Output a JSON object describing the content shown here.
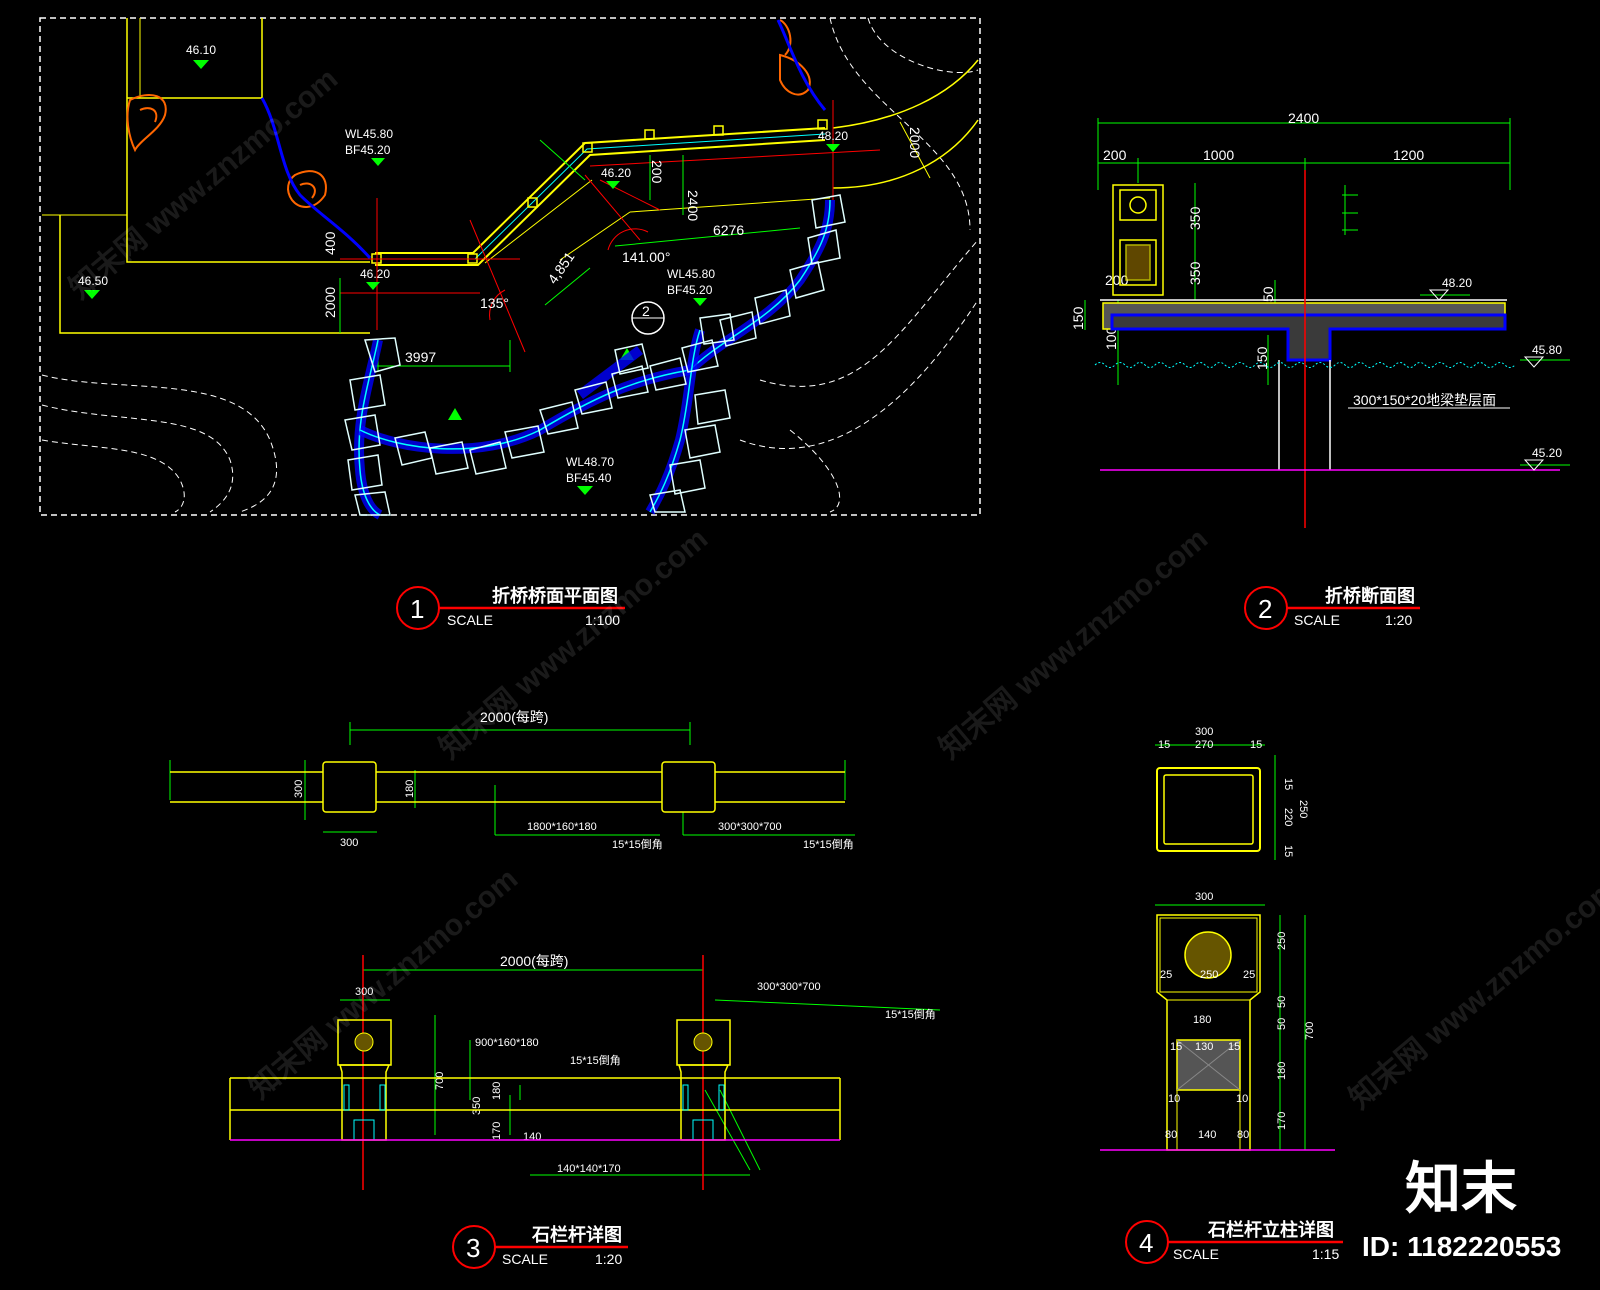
{
  "views": [
    {
      "number": "1",
      "title": "折桥桥面平面图",
      "scale_label": "SCALE",
      "scale": "1:100"
    },
    {
      "number": "2",
      "title": "折桥断面图",
      "scale_label": "SCALE",
      "scale": "1:20"
    },
    {
      "number": "3",
      "title": "石栏杆详图",
      "scale_label": "SCALE",
      "scale": "1:20"
    },
    {
      "number": "4",
      "title": "石栏杆立柱详图",
      "scale_label": "SCALE",
      "scale": "1:15"
    }
  ],
  "plan": {
    "elevations": [
      "46.10",
      "46.50",
      "46.20",
      "46.20",
      "48.20",
      "WL45.80",
      "BF45.20",
      "WL45.80",
      "BF45.20",
      "WL48.70",
      "BF45.40"
    ],
    "dimensions": [
      "3997",
      "6276",
      "2000",
      "400",
      "2400",
      "200",
      "2000",
      "135°",
      "141.00°",
      "4,851"
    ],
    "callout": "2"
  },
  "section": {
    "dimensions": [
      "2400",
      "200",
      "1000",
      "1200",
      "350",
      "350",
      "200",
      "150",
      "100",
      "50",
      "150"
    ],
    "elevations": [
      "48.20",
      "45.80",
      "45.20"
    ],
    "note": "300*150*20地梁垫层面"
  },
  "railing_plan": {
    "dimensions": [
      "2000(每跨)",
      "300",
      "300",
      "180"
    ],
    "notes": [
      "1800*160*180",
      "15*15倒角",
      "300*300*700",
      "15*15倒角"
    ]
  },
  "railing_elev": {
    "dimensions": [
      "2000(每跨)",
      "300",
      "700",
      "350",
      "180",
      "170",
      "140"
    ],
    "notes": [
      "300*300*700",
      "15*15倒角",
      "900*160*180",
      "15*15倒角",
      "140*140*170"
    ]
  },
  "post": {
    "top_dims": [
      "300",
      "15",
      "270",
      "15",
      "15",
      "220",
      "15",
      "250"
    ],
    "elev_dims": [
      "300",
      "250",
      "25",
      "250",
      "25",
      "180",
      "15",
      "130",
      "15",
      "10",
      "10",
      "80",
      "140",
      "80",
      "250",
      "50",
      "50",
      "180",
      "170",
      "700"
    ]
  },
  "brand": {
    "logo": "知末",
    "id": "ID: 1182220553",
    "watermark": "知末网 www.znzmo.com"
  },
  "colors": {
    "background": "#000000",
    "yellow": "#ffff00",
    "green": "#00ff00",
    "red": "#ff0000",
    "cyan": "#00ffff",
    "blue": "#0000ff",
    "magenta": "#ff00ff",
    "orange": "#ff6600",
    "white": "#ffffff"
  }
}
